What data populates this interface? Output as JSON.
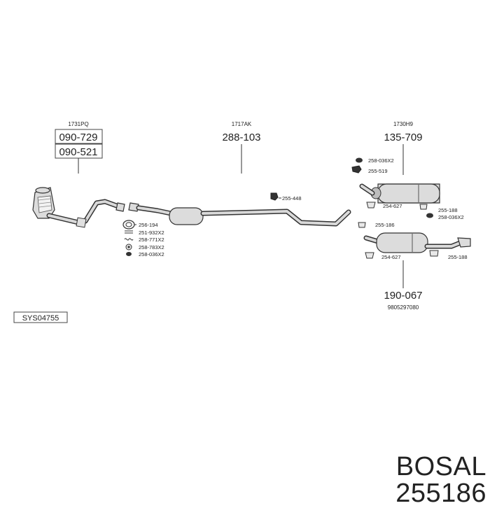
{
  "diagram": {
    "ref_codes": {
      "left": "1731PQ",
      "middle": "1717AK",
      "right": "1730H9",
      "rear": "9805297080"
    },
    "part_numbers": {
      "front_top": "090-729",
      "front_bottom": "090-521",
      "middle": "288-103",
      "right_top": "135-709",
      "rear": "190-067"
    },
    "small_parts": {
      "p1": "256-194",
      "p2": "251-932X2",
      "p3": "258-771X2",
      "p4": "258-783X2",
      "p5": "258-036X2",
      "p6": "255-448",
      "p7": "258-036X2",
      "p8": "255-519",
      "p9": "254-627",
      "p10": "255-188",
      "p11": "258-036X2",
      "p12": "255-186",
      "p13": "254-627",
      "p14": "255-188"
    },
    "system_code": "SYS04755"
  },
  "footer": {
    "brand": "BOSAL",
    "part": "255186"
  }
}
